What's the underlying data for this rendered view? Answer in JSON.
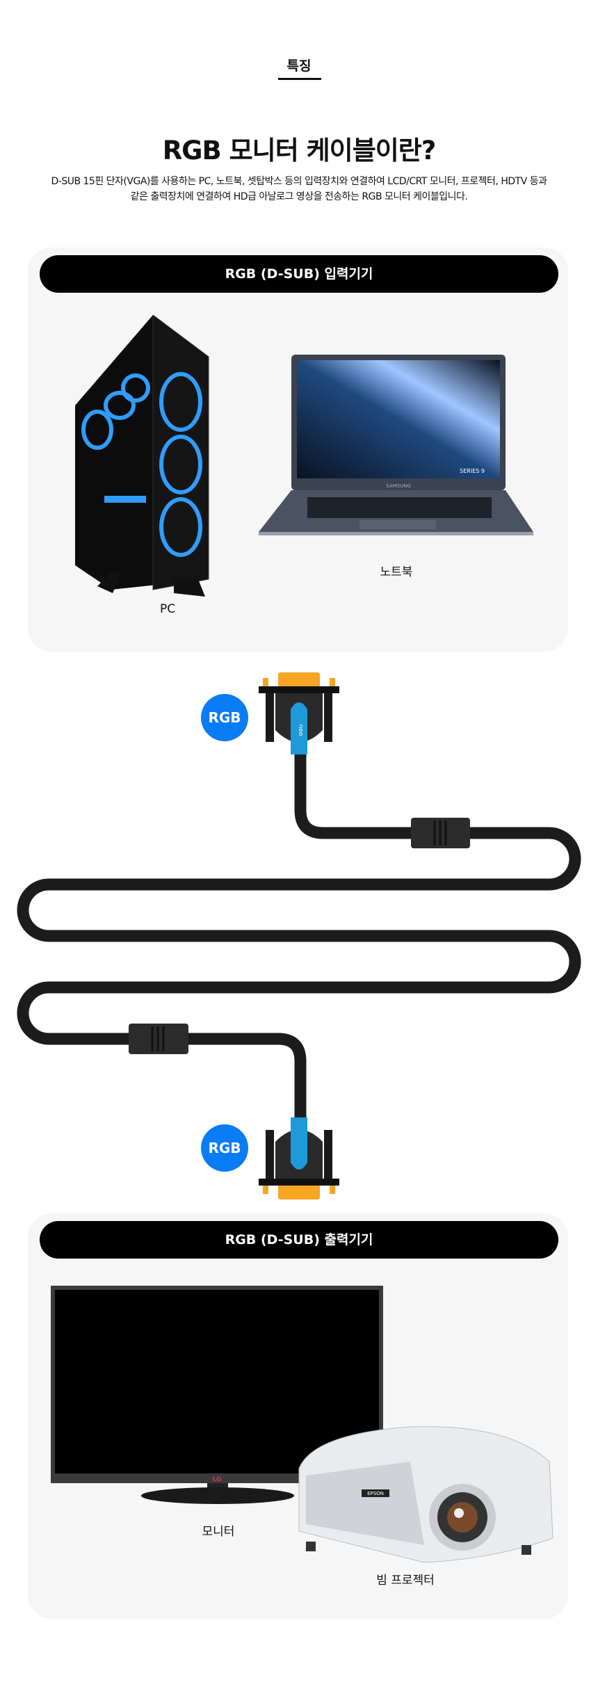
{
  "header": {
    "feature_label": "특징",
    "title": "RGB 모니터 케이블이란?",
    "description_lines": [
      "D-SUB 15핀 단자(VGA)를 사용하는 PC, 노트북, 셋탑박스 등의 입력장치와 연결하여 LCD/CRT 모니터, 프로젝터, HDTV 등과",
      "같은 출력장치에 연결하여 HD급 아날로그 영상을 전송하는 RGB 모니터 케이블입니다."
    ]
  },
  "input_panel": {
    "title": "RGB (D-SUB) 입력기기",
    "devices": [
      {
        "label": "PC"
      },
      {
        "label": "노트북",
        "screen_brand": "SAMSUNG",
        "badge": "SERIES 9"
      }
    ]
  },
  "cable": {
    "top_badge": "RGB",
    "bottom_badge": "RGB",
    "brand": "neo"
  },
  "output_panel": {
    "title": "RGB (D-SUB) 출력기기",
    "devices": [
      {
        "label": "모니터",
        "brand": "LG"
      },
      {
        "label": "빔 프로젝터",
        "brand": "EPSON"
      }
    ]
  },
  "colors": {
    "accent": "#0a7cf5",
    "pill": "#000000",
    "panel": "#f6f6f6",
    "cable": "#1c1c1c",
    "connector_blue": "#1e9ad6",
    "pins": "#f6a623"
  }
}
